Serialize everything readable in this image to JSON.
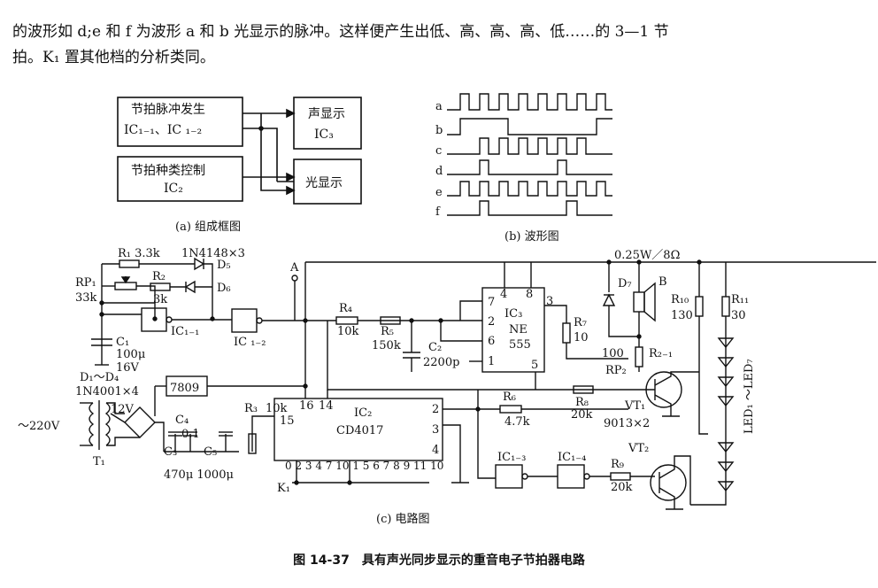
{
  "text": {
    "line1": "的波形如 d;e 和 f 为波形 a 和 b 光显示的脉冲。这样便产生出低、高、高、高、低……的 3—1 节",
    "line2": "拍。K₁ 置其他档的分析类同。"
  },
  "block": {
    "box1_line1": "节拍脉冲发生",
    "box1_line2": "IC₁₋₁、IC ₁₋₂",
    "box2_line1": "节拍种类控制",
    "box2_line2": "IC₂",
    "box3_line1": "声显示",
    "box3_line2": "IC₃",
    "box4": "光显示",
    "caption": "(a) 组成框图"
  },
  "wave": {
    "labels": [
      "a",
      "b",
      "c",
      "d",
      "e",
      "f"
    ],
    "caption": "(b) 波形图"
  },
  "circuit": {
    "caption": "(c) 电路图",
    "r1": "R₁ 3.3k",
    "diodes": "1N4148×3",
    "d5": "D₅",
    "d6": "D₆",
    "rp1": "RP₁",
    "rp1_val": "33k",
    "r2": "R₂",
    "r2_val": "3k",
    "ic11": "IC₁₋₁",
    "ic12": "IC ₁₋₂",
    "c1": "C₁",
    "c1_val1": "100μ",
    "c1_val2": "16V",
    "d1d4": "D₁～D₄",
    "bridge": "1N4001×4",
    "v220": "～220V",
    "v12": "12V",
    "t1": "T₁",
    "reg": "7809",
    "c4": "C₄",
    "c4_val": "0.1",
    "c3": "C₃",
    "c5": "C₅",
    "caps": "470μ 1000μ",
    "node_a": "A",
    "r4": "R₄",
    "r4_val": "10k",
    "r5": "R₅",
    "r5_val": "150k",
    "c2": "C₂",
    "c2_val": "2200p",
    "ic3": "IC₃",
    "ne555": "NE",
    "ne555b": "555",
    "p4": "4",
    "p8": "8",
    "p7": "7",
    "p2": "2",
    "p6": "6",
    "p1": "1",
    "p3": "3",
    "p5": "5",
    "r7": "R₇",
    "r7_val": "10",
    "power": "0.25W／8Ω",
    "d7": "D₇",
    "b": "B",
    "r10": "R₁₀",
    "r10_val": "130",
    "r11": "R₁₁",
    "r11_val": "30",
    "rp_val": "100",
    "r21": "R₂₋₁",
    "rp2": "RP₂",
    "r6": "R₆",
    "r6_val": "4.7k",
    "r8": "R₈",
    "r8_val": "20k",
    "vt1": "VT₁",
    "trans": "9013×2",
    "r3": "R₃",
    "r3_val": "10k",
    "ic2": "IC₂",
    "cd4017": "CD4017",
    "ic2_p16": "16",
    "ic2_p14": "14",
    "ic2_p15": "15",
    "ic2_p2": "2",
    "ic2_p3": "3",
    "ic2_p4": "4",
    "k_pins": "0 2 3 4 7 10 1 5 6 7 8 9 11 10",
    "k1": "K₁",
    "ic13": "IC₁₋₃",
    "ic14": "IC₁₋₄",
    "r9": "R₉",
    "r9_val": "20k",
    "vt2": "VT₂",
    "led": "LED₁ ～LED₇"
  },
  "figure_caption": "图 14-37　具有声光同步显示的重音电子节拍器电路"
}
